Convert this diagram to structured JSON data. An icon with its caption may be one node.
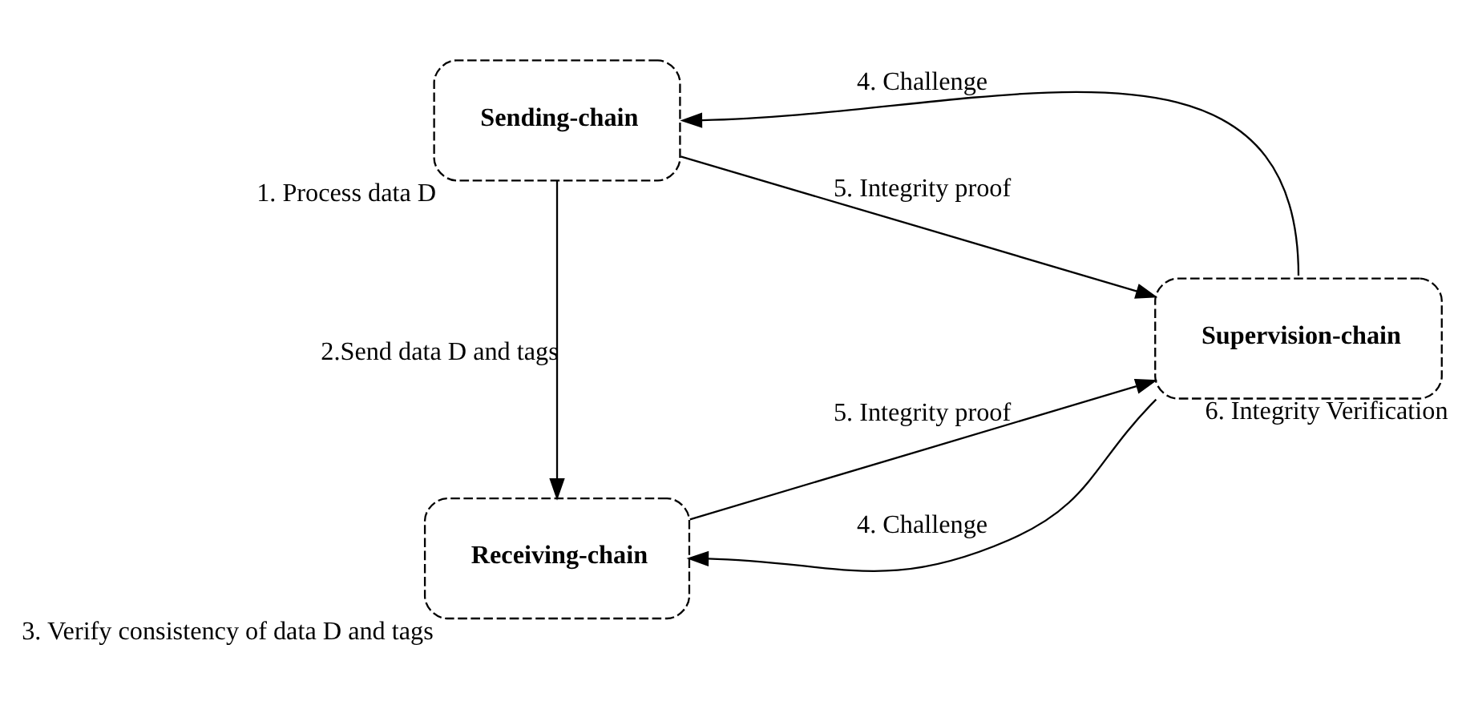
{
  "diagram": {
    "nodes": [
      {
        "text": [
          "Sending-chain"
        ],
        "beside": [
          "1. Process data D"
        ]
      },
      {
        "text": [
          "Receiving-chain"
        ],
        "beside": [
          "3. Verify consistency of data D and tags"
        ]
      },
      {
        "text": [
          "Supervision-chain"
        ],
        "beside": [
          "6. Integrity Verification"
        ]
      }
    ],
    "edges": [
      {
        "from": 2,
        "to": 0,
        "arrow": "to",
        "label": "4. Challenge"
      },
      {
        "from": 0,
        "to": 2,
        "arrow": "to",
        "label": "5. Integrity proof"
      },
      {
        "from": 0,
        "to": 1,
        "arrow": "to",
        "label": "2.Send data D and tags"
      },
      {
        "from": 1,
        "to": 2,
        "arrow": "to",
        "label": "5. Integrity proof"
      },
      {
        "from": 2,
        "to": 1,
        "arrow": "to",
        "label": "4. Challenge"
      }
    ]
  }
}
